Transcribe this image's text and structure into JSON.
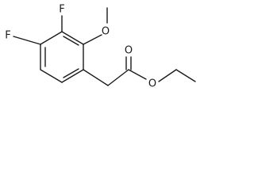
{
  "molecule": {
    "atoms": {
      "fluorine_top": "F",
      "fluorine_left": "F",
      "methoxy_oxygen": "O",
      "ester_carbonyl_oxygen": "O",
      "ester_ether_oxygen": "O"
    },
    "colors": {
      "bond": "#1a1a1a",
      "label": "#1a1a1a",
      "background": "#ffffff"
    }
  }
}
